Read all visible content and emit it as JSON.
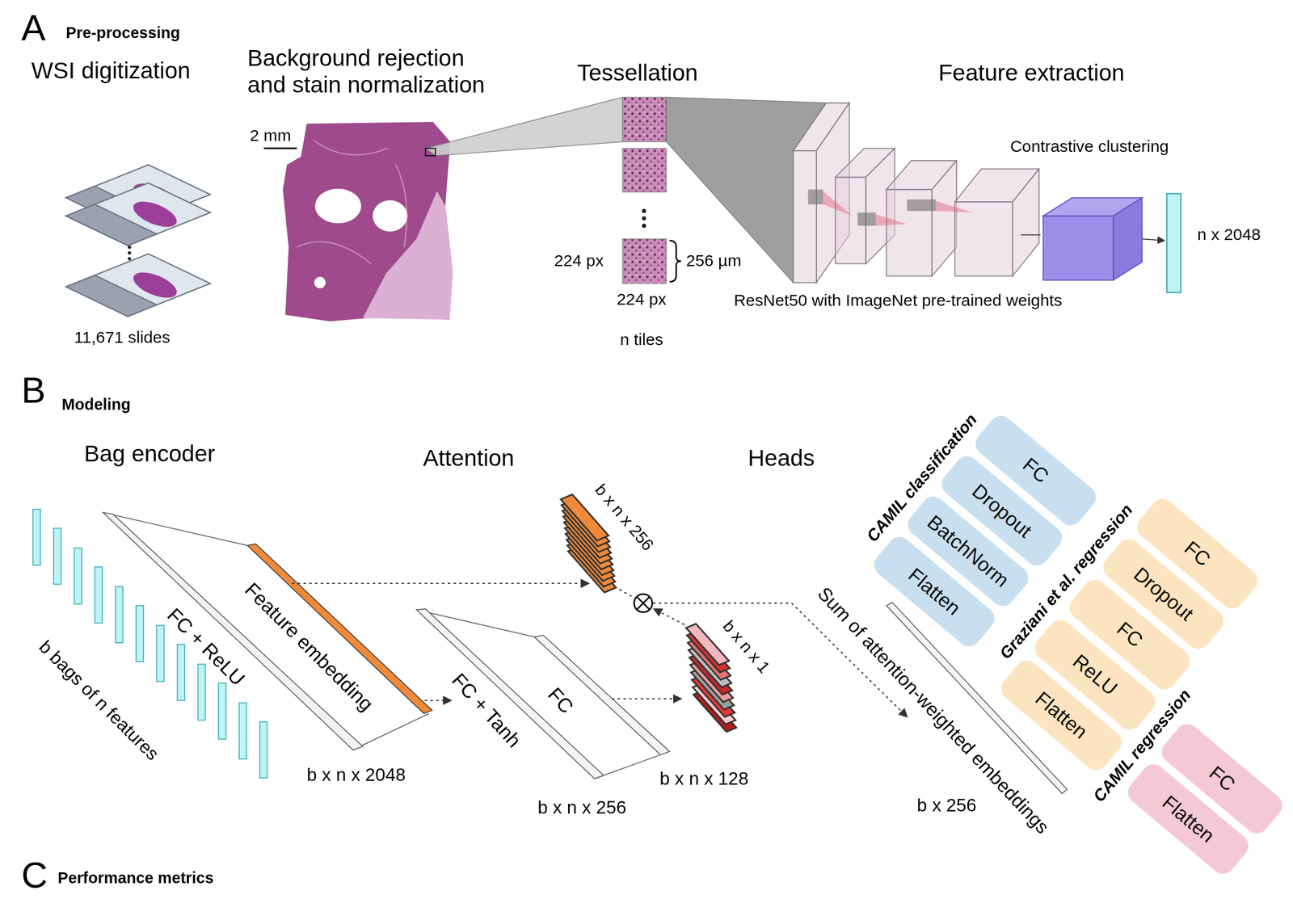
{
  "diagram": {
    "nodes": [
      {
        "text": [
          "Flatten"
        ]
      },
      {
        "text": [
          "BatchNorm"
        ]
      },
      {
        "text": [
          "Dropout"
        ]
      },
      {
        "text": [
          "FC"
        ]
      },
      {
        "text": [
          "Flatten"
        ]
      },
      {
        "text": [
          "ReLU"
        ]
      },
      {
        "text": [
          "FC"
        ]
      },
      {
        "text": [
          "Dropout"
        ]
      },
      {
        "text": [
          "FC"
        ]
      },
      {
        "text": [
          "Flatten"
        ]
      },
      {
        "text": [
          "FC"
        ]
      }
    ],
    "labels": [
      "A",
      "Pre-processing",
      "WSI digitization",
      "Background rejection and stain normalization",
      "2 mm",
      "11,671 slides",
      "Tessellation",
      "224 px",
      "256 µm",
      "224 px",
      "n tiles",
      "Feature extraction",
      "Contrastive clustering",
      "ResNet50 with ImageNet pre-trained weights",
      "n x 2048",
      "B",
      "Modeling",
      "Bag encoder",
      "Attention",
      "Heads",
      "b bags of n features",
      "FC + ReLU",
      "Feature embedding",
      "b x n x 2048",
      "FC + Tanh",
      "FC",
      "b x n x 256",
      "b x n x 128",
      "b x n x 256",
      "b x n x 1",
      "Sum of attention-weighted embeddings",
      "b x 256",
      "CAMIL classification",
      "Graziani et al. regression",
      "CAMIL regression",
      "C",
      "Performance metrics"
    ]
  }
}
